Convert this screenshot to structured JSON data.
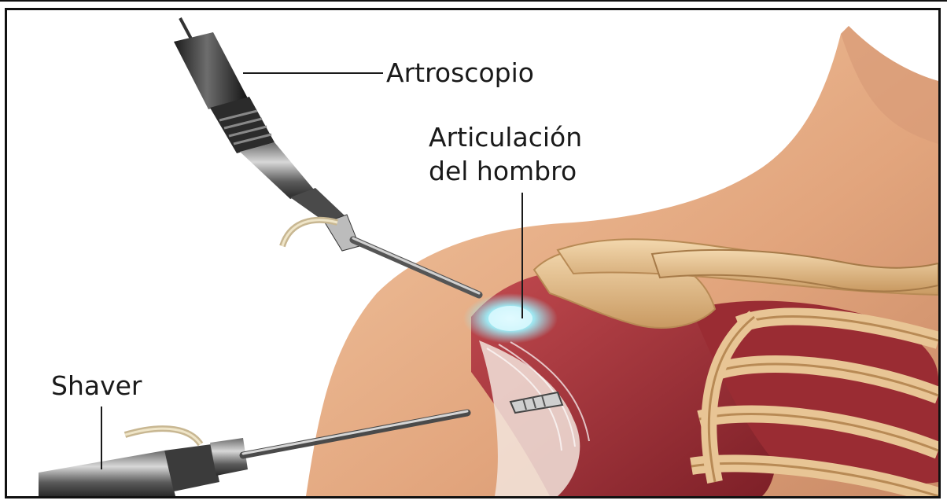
{
  "labels": {
    "arthroscope": "Artroscopio",
    "joint_line1": "Articulación",
    "joint_line2": "del hombro",
    "shaver": "Shaver"
  },
  "colors": {
    "skin": "#e9b48f",
    "skin_shadow": "#c98a66",
    "muscle": "#a8323a",
    "muscle_dark": "#7d1f27",
    "bone": "#e8c595",
    "bone_edge": "#b88a55",
    "metal_dark": "#3a3a3a",
    "metal_light": "#c9c9c9",
    "glow": "#9fe6f0",
    "border": "#111111"
  }
}
